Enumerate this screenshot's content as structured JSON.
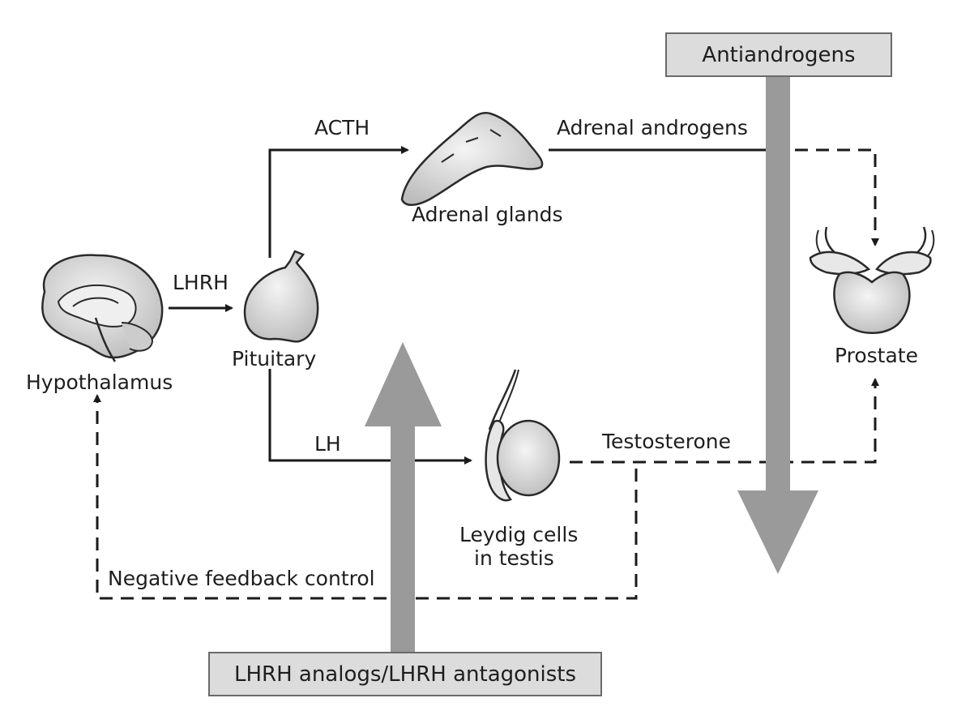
{
  "labels": {
    "hypothalamus": "Hypothalamus",
    "pituitary": "Pituitary",
    "adrenal_glands": "Adrenal glands",
    "leydig_line1": "Leydig cells",
    "leydig_line2": "in testis",
    "prostate": "Prostate"
  },
  "edges": {
    "lhrh": "LHRH",
    "acth": "ACTH",
    "lh": "LH",
    "adrenal_androgens": "Adrenal androgens",
    "testosterone": "Testosterone",
    "negative_feedback": "Negative feedback control"
  },
  "interventions": {
    "antiandrogens": "Antiandrogens",
    "lhrh_analogs": "LHRH analogs/LHRH antagonists"
  },
  "colors": {
    "intervention_arrow": "#9a9a9a",
    "box_fill": "#dcdcdc",
    "organ_fill": "#d8d8d8",
    "line": "#1a1a1a"
  }
}
